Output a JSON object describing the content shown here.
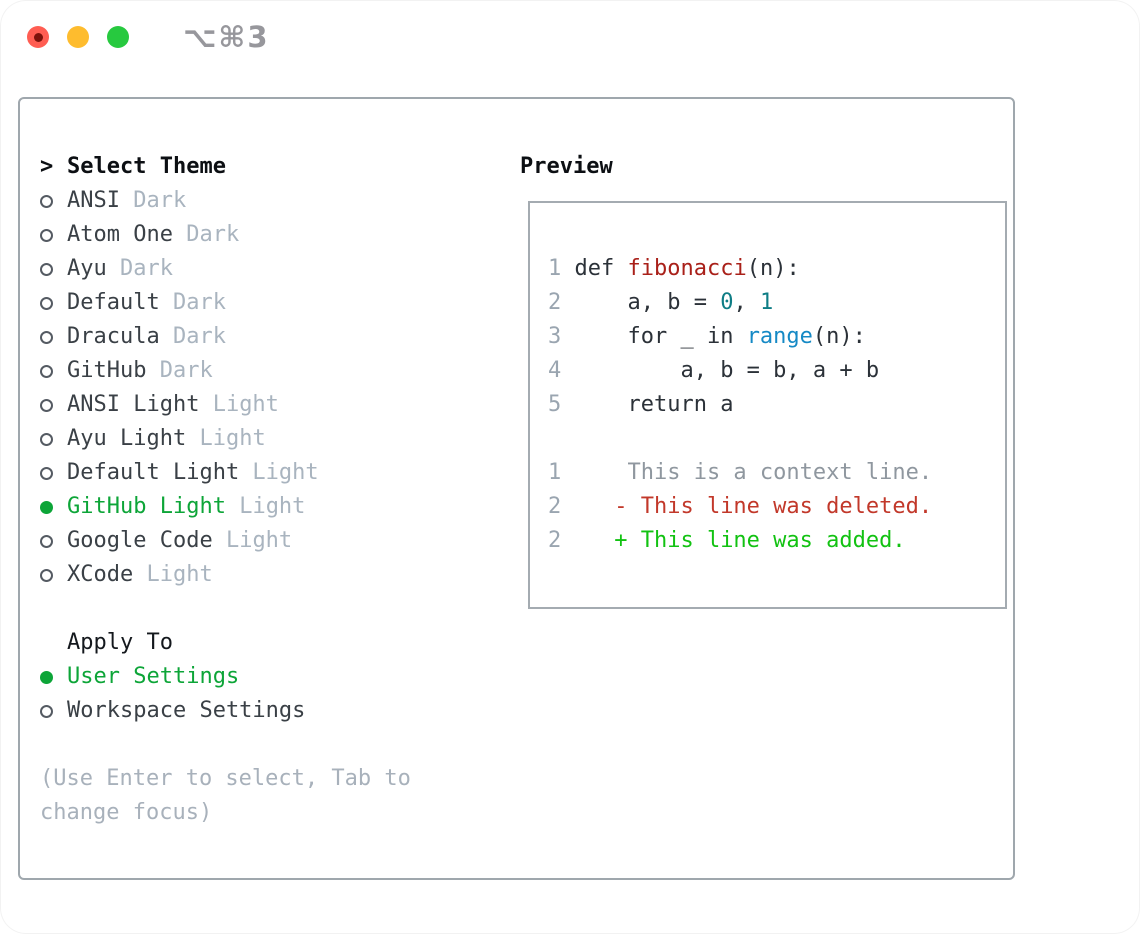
{
  "titlebar": {
    "title": "⌥⌘3",
    "traffic_lights": [
      "close",
      "minimize",
      "zoom"
    ]
  },
  "colors": {
    "accent_green": "#0da538",
    "diff_added": "#12c212",
    "diff_deleted": "#c2382a",
    "context_gray": "#8f979f",
    "syntax_function": "#a92019",
    "syntax_number": "#0e7d85",
    "syntax_builtin": "#1589c5",
    "variant_gray": "#a9b4bf",
    "panel_border": "#9fa7ad"
  },
  "theme_menu": {
    "prompt": ">",
    "header": "Select Theme",
    "items": [
      {
        "name": "ANSI",
        "variant": "Dark",
        "selected": false
      },
      {
        "name": "Atom One",
        "variant": "Dark",
        "selected": false
      },
      {
        "name": "Ayu",
        "variant": "Dark",
        "selected": false
      },
      {
        "name": "Default",
        "variant": "Dark",
        "selected": false
      },
      {
        "name": "Dracula",
        "variant": "Dark",
        "selected": false
      },
      {
        "name": "GitHub",
        "variant": "Dark",
        "selected": false
      },
      {
        "name": "ANSI Light",
        "variant": "Light",
        "selected": false
      },
      {
        "name": "Ayu Light",
        "variant": "Light",
        "selected": false
      },
      {
        "name": "Default Light",
        "variant": "Light",
        "selected": false
      },
      {
        "name": "GitHub Light",
        "variant": "Light",
        "selected": true
      },
      {
        "name": "Google Code",
        "variant": "Light",
        "selected": false
      },
      {
        "name": "XCode",
        "variant": "Light",
        "selected": false
      }
    ]
  },
  "apply_to": {
    "header": "Apply To",
    "options": [
      {
        "label": "User Settings",
        "selected": true
      },
      {
        "label": "Workspace Settings",
        "selected": false
      }
    ]
  },
  "hint": "(Use Enter to select, Tab to change focus)",
  "preview": {
    "header": "Preview",
    "code_lines": [
      {
        "no": "1",
        "segments": [
          {
            "text": " def ",
            "style": "code"
          },
          {
            "text": "fibonacci",
            "style": "func"
          },
          {
            "text": "(n):",
            "style": "code"
          }
        ]
      },
      {
        "no": "2",
        "segments": [
          {
            "text": "     a, b = ",
            "style": "code"
          },
          {
            "text": "0",
            "style": "num"
          },
          {
            "text": ", ",
            "style": "code"
          },
          {
            "text": "1",
            "style": "num"
          }
        ]
      },
      {
        "no": "3",
        "segments": [
          {
            "text": "     for _ in ",
            "style": "code"
          },
          {
            "text": "range",
            "style": "builtin"
          },
          {
            "text": "(n):",
            "style": "code"
          }
        ]
      },
      {
        "no": "4",
        "segments": [
          {
            "text": "         a, b = b, a + b",
            "style": "code"
          }
        ]
      },
      {
        "no": "5",
        "segments": [
          {
            "text": "     return a",
            "style": "code"
          }
        ]
      }
    ],
    "diff_lines": [
      {
        "no": "1",
        "segments": [
          {
            "text": "     This is a context line.",
            "style": "context"
          }
        ]
      },
      {
        "no": "2",
        "segments": [
          {
            "text": "    - This line was deleted.",
            "style": "deleted"
          }
        ]
      },
      {
        "no": "2",
        "segments": [
          {
            "text": "    + This line was added.",
            "style": "added"
          }
        ]
      }
    ]
  }
}
